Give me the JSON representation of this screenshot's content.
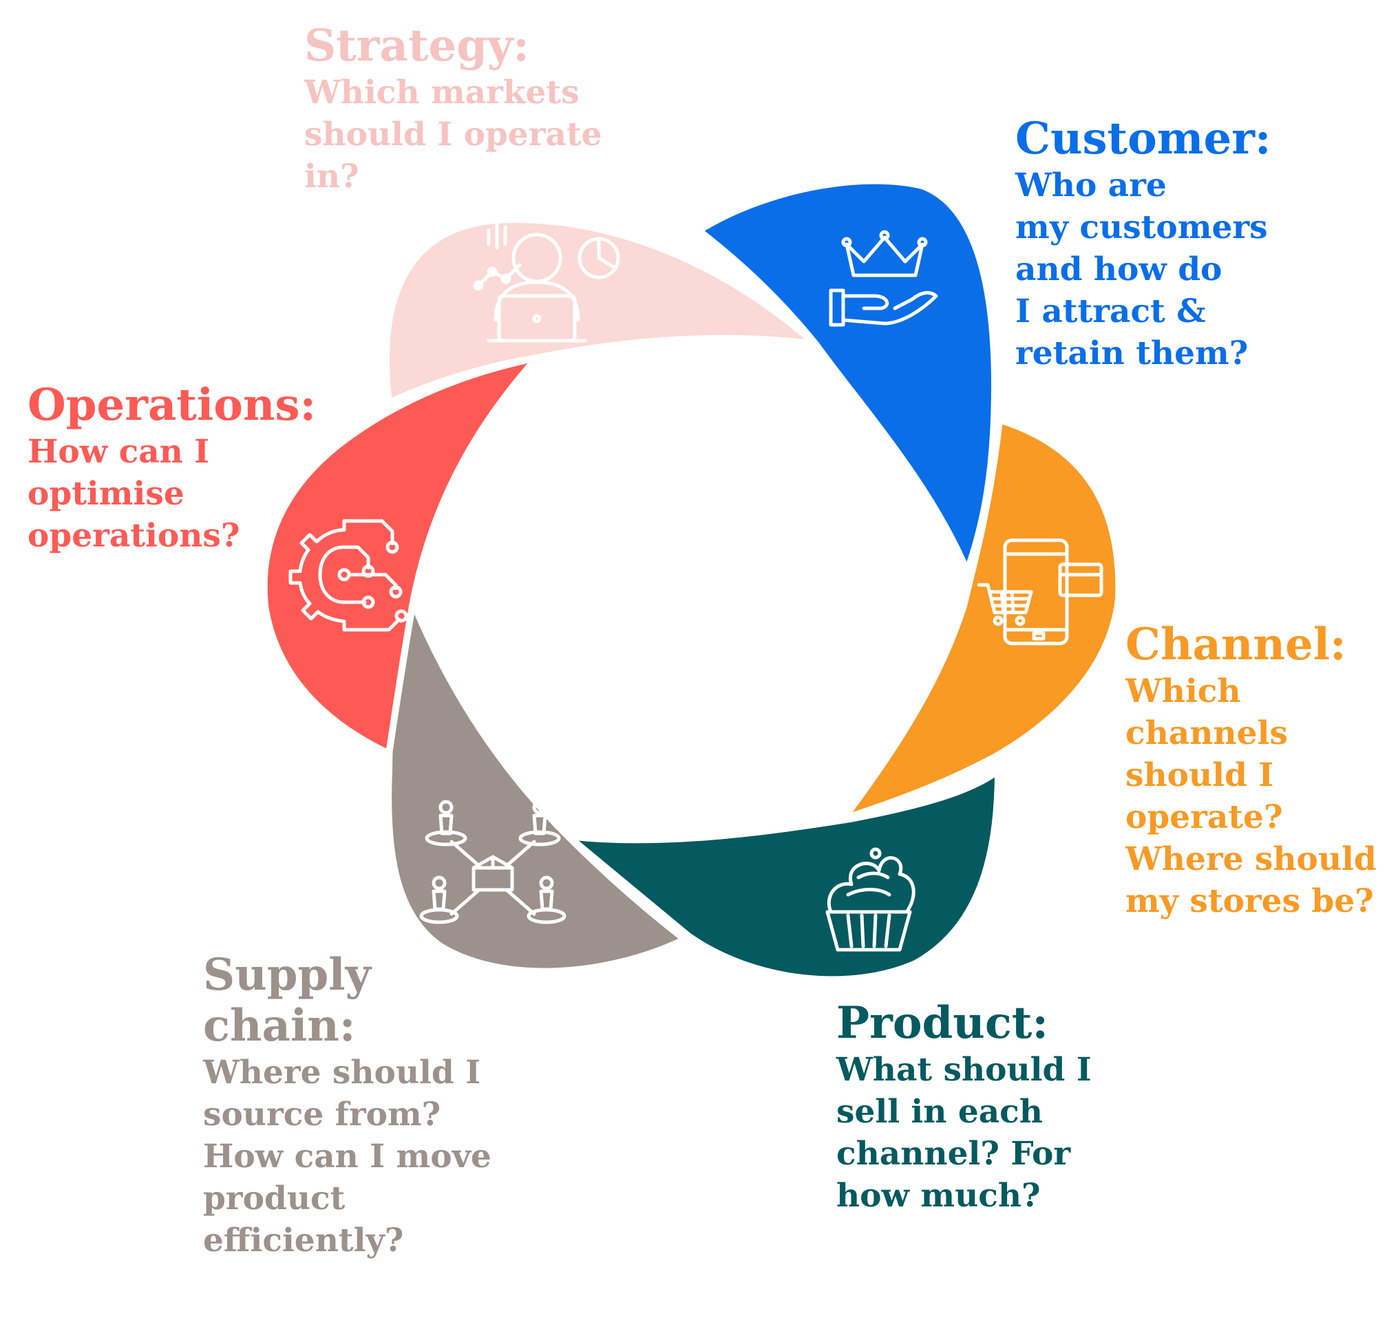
{
  "colors": {
    "strategy": "#fbd9d6",
    "customer": "#0a6ee9",
    "channel": "#f89a24",
    "product": "#055a5f",
    "supply": "#9c918b",
    "operations": "#fd5a55",
    "strategy_text": "#f6c3c0"
  },
  "segments": [
    {
      "key": "strategy",
      "title": "Strategy:",
      "question": "Which markets should I operate in?",
      "icon": "analyst-laptop-icon"
    },
    {
      "key": "customer",
      "title": "Customer:",
      "question": "Who are my customers and how do I attract & retain them?",
      "icon": "crown-hand-icon"
    },
    {
      "key": "channel",
      "title": "Channel:",
      "question": "Which channels should I operate? Where should my stores be?",
      "icon": "mobile-cart-icon"
    },
    {
      "key": "product",
      "title": "Product:",
      "question": "What should I sell in each channel? For how much?",
      "icon": "cupcake-icon"
    },
    {
      "key": "supply",
      "title": "Supply chain:",
      "question": "Where should I source from? How can I move product efficiently?",
      "icon": "supply-network-icon"
    },
    {
      "key": "operations",
      "title": "Operations:",
      "question": "How can I optimise operations?",
      "icon": "gear-circuit-icon"
    }
  ],
  "labels": {
    "strategy": {
      "title": "Strategy:",
      "lines": [
        "Which markets",
        "should I operate",
        "in?"
      ]
    },
    "customer": {
      "title": "Customer:",
      "lines": [
        "Who are",
        "my customers",
        "and how do",
        "I attract &",
        "retain them?"
      ]
    },
    "channel": {
      "title": "Channel:",
      "lines": [
        "Which",
        "channels",
        "should I",
        "operate?",
        "Where should",
        "my stores be?"
      ]
    },
    "product": {
      "title": "Product:",
      "lines": [
        "What should I",
        "sell in each",
        "channel? For",
        "how much?"
      ]
    },
    "supply": {
      "title_lines": [
        "Supply",
        "chain:"
      ],
      "lines": [
        "Where should I",
        "source from?",
        "How can I move",
        "product",
        "efficiently?"
      ]
    },
    "operations": {
      "title": "Operations:",
      "lines": [
        "How can I",
        "optimise",
        "operations?"
      ]
    }
  }
}
